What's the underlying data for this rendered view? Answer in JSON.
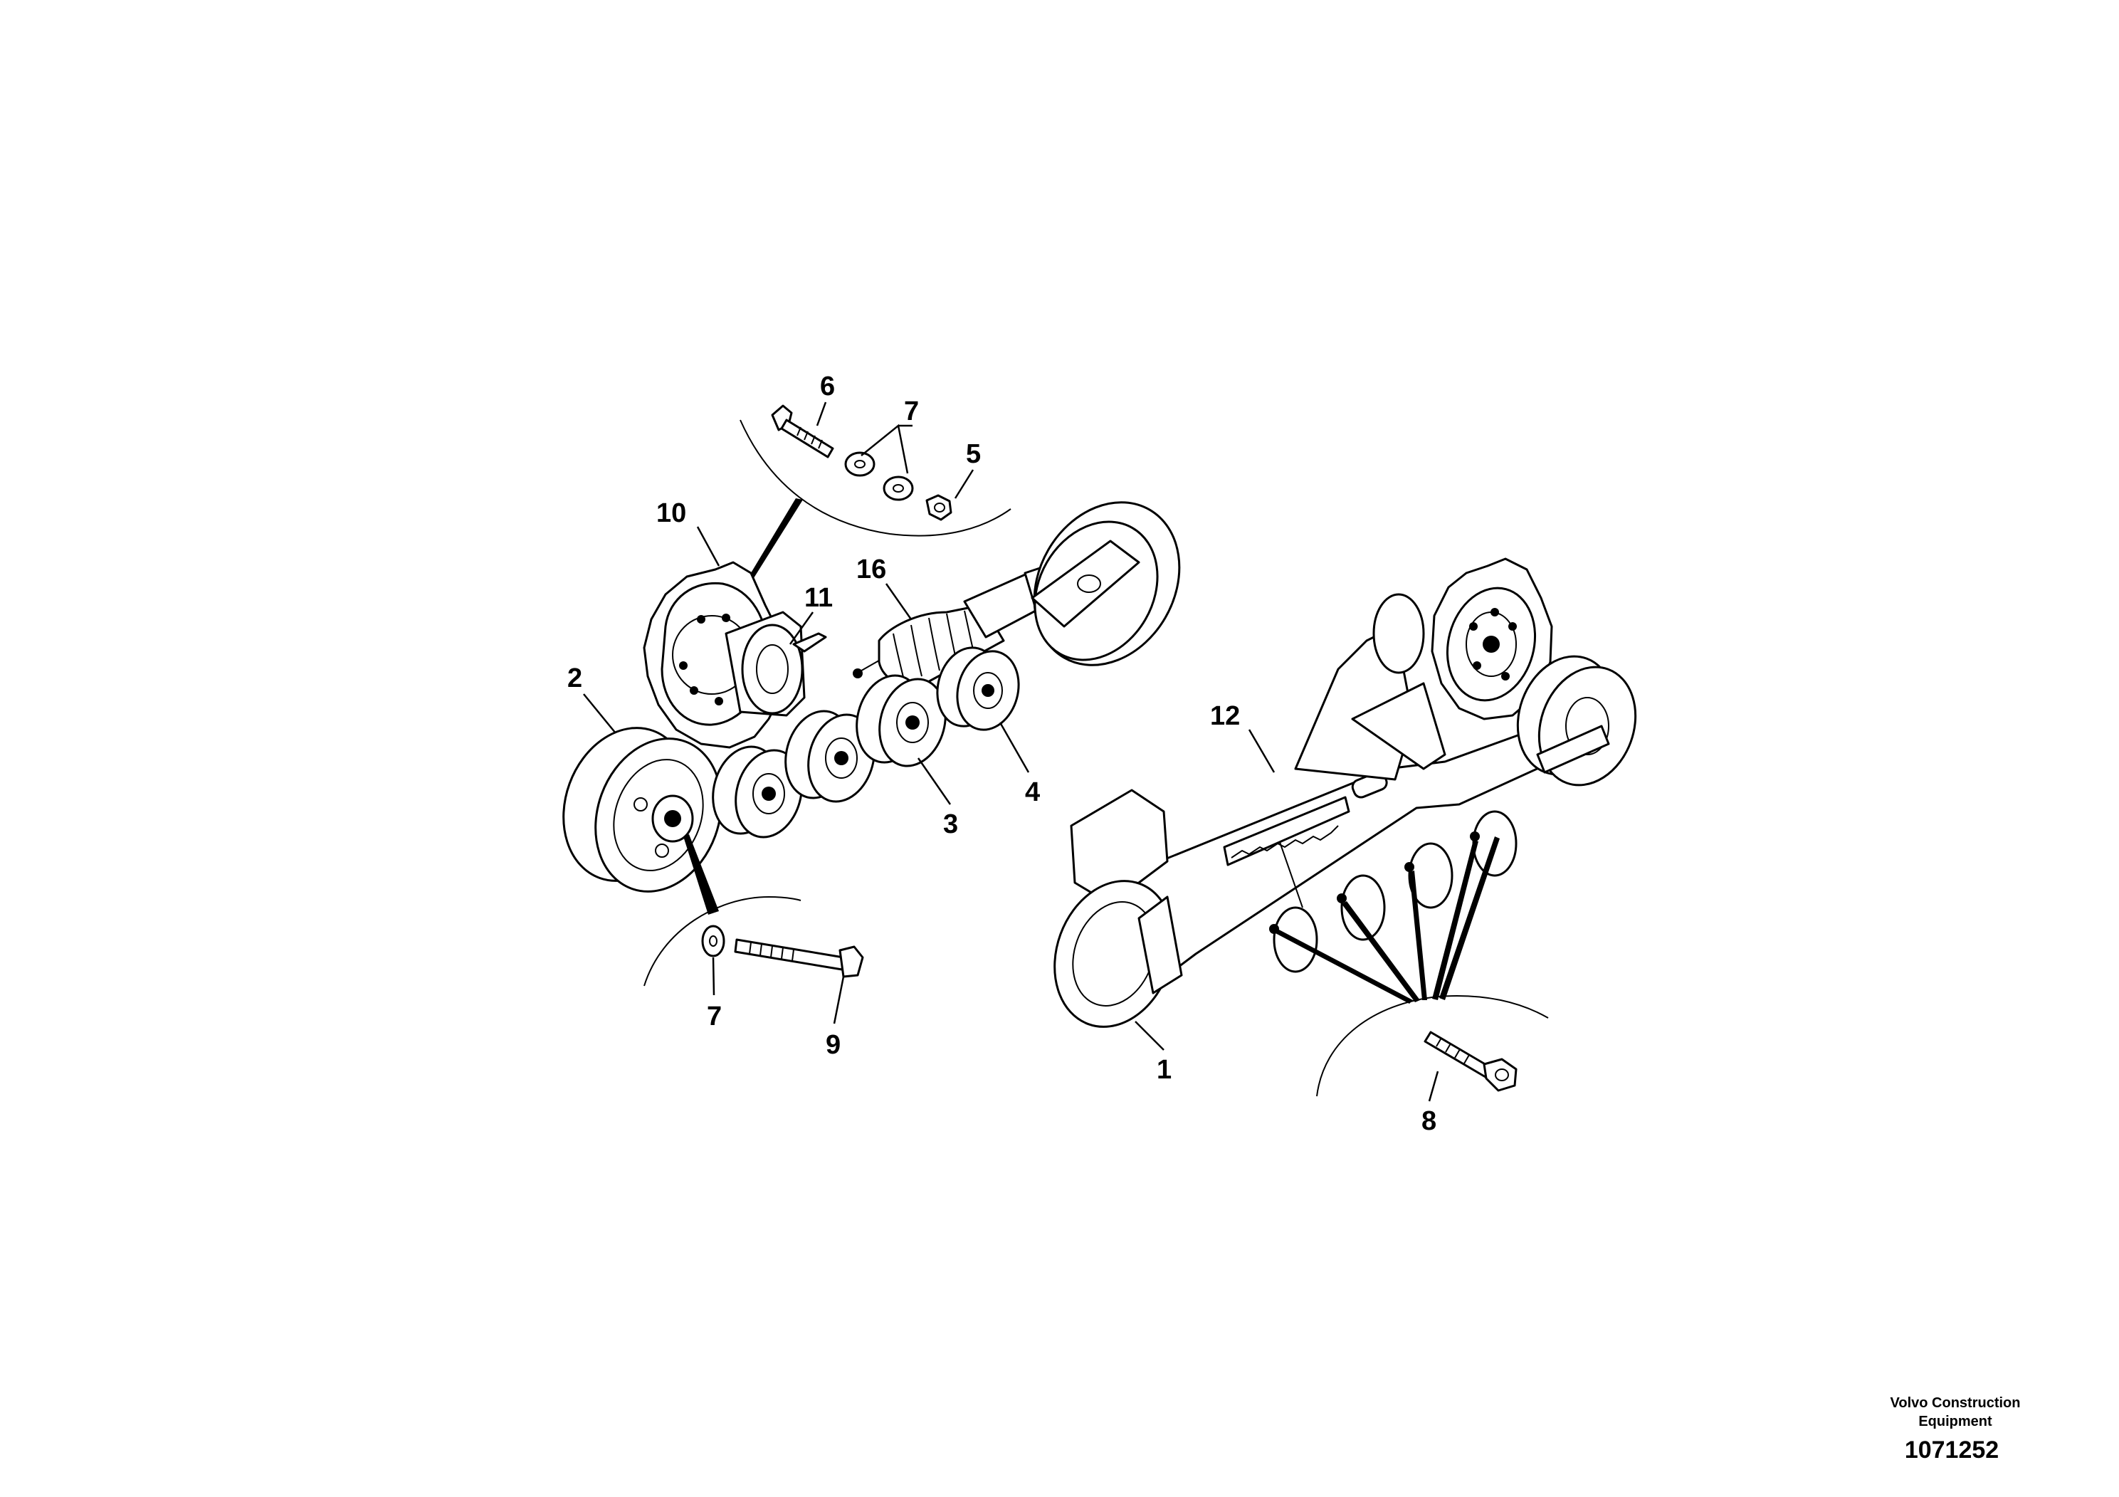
{
  "callouts": {
    "c1": "1",
    "c2": "2",
    "c3": "3",
    "c4": "4",
    "c5": "5",
    "c6": "6",
    "c7a": "7",
    "c7b": "7",
    "c8": "8",
    "c9": "9",
    "c10": "10",
    "c11": "11",
    "c12": "12",
    "c16": "16"
  },
  "footer": {
    "manufacturer_line1": "Volvo Construction",
    "manufacturer_line2": "Equipment",
    "drawing_number": "1071252"
  }
}
